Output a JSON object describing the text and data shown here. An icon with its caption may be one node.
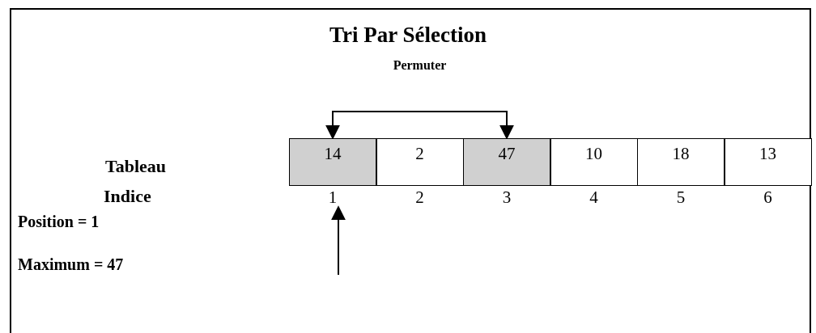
{
  "diagram": {
    "title": "Tri Par Sélection",
    "nodes": [
      {
        "text": [
          "14"
        ]
      },
      {
        "text": [
          "2"
        ]
      },
      {
        "text": [
          "47"
        ]
      },
      {
        "text": [
          "10"
        ]
      },
      {
        "text": [
          "18"
        ]
      },
      {
        "text": [
          "13"
        ]
      },
      {
        "text": [
          "1"
        ]
      },
      {
        "text": [
          "2"
        ]
      },
      {
        "text": [
          "3"
        ]
      },
      {
        "text": [
          "4"
        ]
      },
      {
        "text": [
          "5"
        ]
      },
      {
        "text": [
          "6"
        ]
      }
    ],
    "edges": [
      {
        "from": 0,
        "to": 2,
        "arrow": "both",
        "label": "Permuter"
      },
      {
        "from": null,
        "to": 6,
        "arrow": "to"
      }
    ],
    "labels": [
      "Tableau",
      "Indice",
      "Position = 1",
      "Maximum = 47"
    ]
  }
}
